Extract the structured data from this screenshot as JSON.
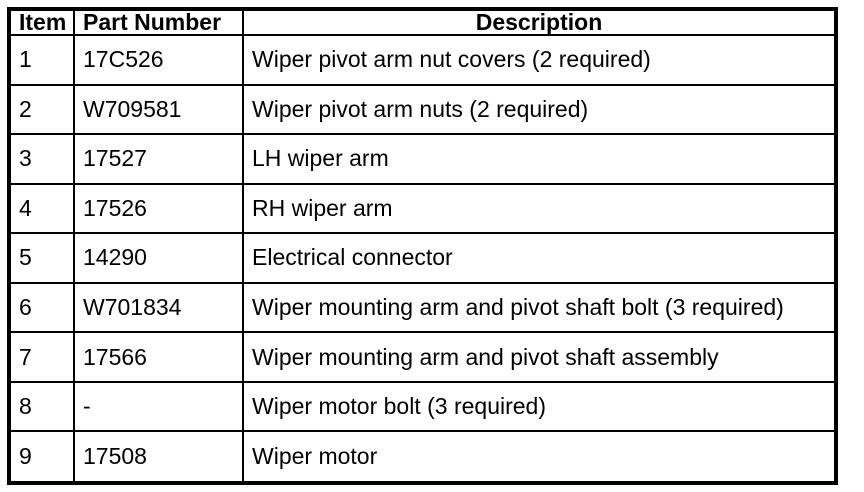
{
  "colors": {
    "border": "#000000",
    "text": "#000000",
    "background": "#ffffff"
  },
  "table": {
    "columns": [
      {
        "key": "item",
        "label": "Item"
      },
      {
        "key": "part_number",
        "label": "Part Number"
      },
      {
        "key": "description",
        "label": "Description"
      }
    ],
    "rows": [
      {
        "item": "1",
        "part_number": "17C526",
        "description": "Wiper pivot arm nut covers (2 required)"
      },
      {
        "item": "2",
        "part_number": "W709581",
        "description": "Wiper pivot arm nuts (2 required)"
      },
      {
        "item": "3",
        "part_number": "17527",
        "description": "LH wiper arm"
      },
      {
        "item": "4",
        "part_number": "17526",
        "description": "RH wiper arm"
      },
      {
        "item": "5",
        "part_number": "14290",
        "description": "Electrical connector"
      },
      {
        "item": "6",
        "part_number": "W701834",
        "description": "Wiper mounting arm and pivot shaft bolt (3 required)"
      },
      {
        "item": "7",
        "part_number": "17566",
        "description": "Wiper mounting arm and pivot shaft assembly"
      },
      {
        "item": "8",
        "part_number": "-",
        "description": "Wiper motor bolt (3 required)"
      },
      {
        "item": "9",
        "part_number": "17508",
        "description": "Wiper motor"
      }
    ]
  }
}
